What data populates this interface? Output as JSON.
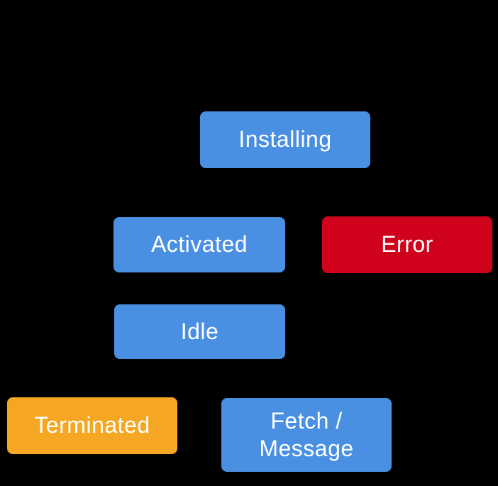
{
  "diagram": {
    "background_color": "#000000",
    "text_color": "#FFFFFF",
    "node_colors": {
      "blue": "#4A90E2",
      "red": "#D0021B",
      "orange": "#F5A623"
    },
    "nodes": [
      {
        "id": "installing",
        "label": "Installing",
        "color": "#4A90E2"
      },
      {
        "id": "activated",
        "label": "Activated",
        "color": "#4A90E2"
      },
      {
        "id": "error",
        "label": "Error",
        "color": "#D0021B"
      },
      {
        "id": "idle",
        "label": "Idle",
        "color": "#4A90E2"
      },
      {
        "id": "terminated",
        "label": "Terminated",
        "color": "#F5A623"
      },
      {
        "id": "fetch-message",
        "label": "Fetch / Message",
        "color": "#4A90E2",
        "lines": [
          "Fetch /",
          "Message"
        ]
      }
    ]
  }
}
